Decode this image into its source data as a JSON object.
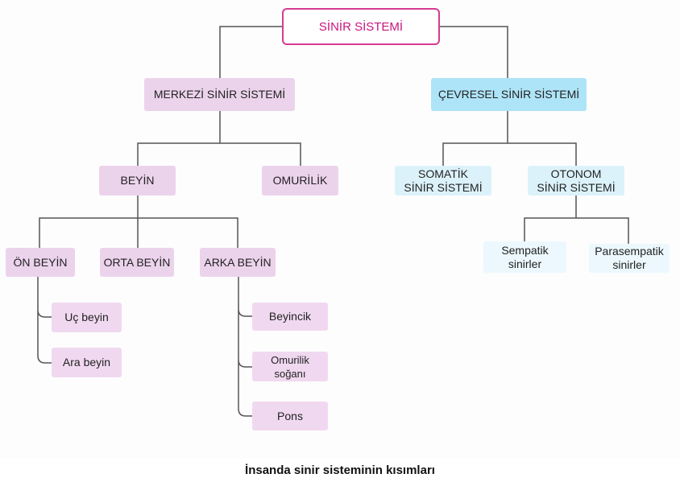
{
  "diagram": {
    "root": "SİNİR SİSTEMİ",
    "central": "MERKEZİ SİNİR SİSTEMİ",
    "peripheral": "ÇEVRESEL SİNİR SİSTEMİ",
    "brain": "BEYİN",
    "spinal_cord": "OMURİLİK",
    "somatic": [
      "SOMATİK",
      "SİNİR SİSTEMİ"
    ],
    "autonomic": [
      "OTONOM",
      "SİNİR SİSTEMİ"
    ],
    "forebrain": "ÖN BEYİN",
    "midbrain": "ORTA BEYİN",
    "hindbrain": "ARKA BEYİN",
    "forebrain_parts": [
      "Uç beyin",
      "Ara beyin"
    ],
    "hindbrain_parts": [
      "Beyincik",
      [
        "Omurilik",
        "soğanı"
      ],
      "Pons"
    ],
    "sympathetic": [
      "Sempatik",
      "sinirler"
    ],
    "parasympathetic": [
      "Parasempatik",
      "sinirler"
    ]
  },
  "caption": "İnsanda sinir sisteminin kısımları",
  "colors": {
    "root_border": "#d63b91",
    "central_fill": "#ecd3ec",
    "peripheral_fill": "#aee4f8",
    "autonomic_fill": "#dcf2fb",
    "line": "#555555"
  }
}
